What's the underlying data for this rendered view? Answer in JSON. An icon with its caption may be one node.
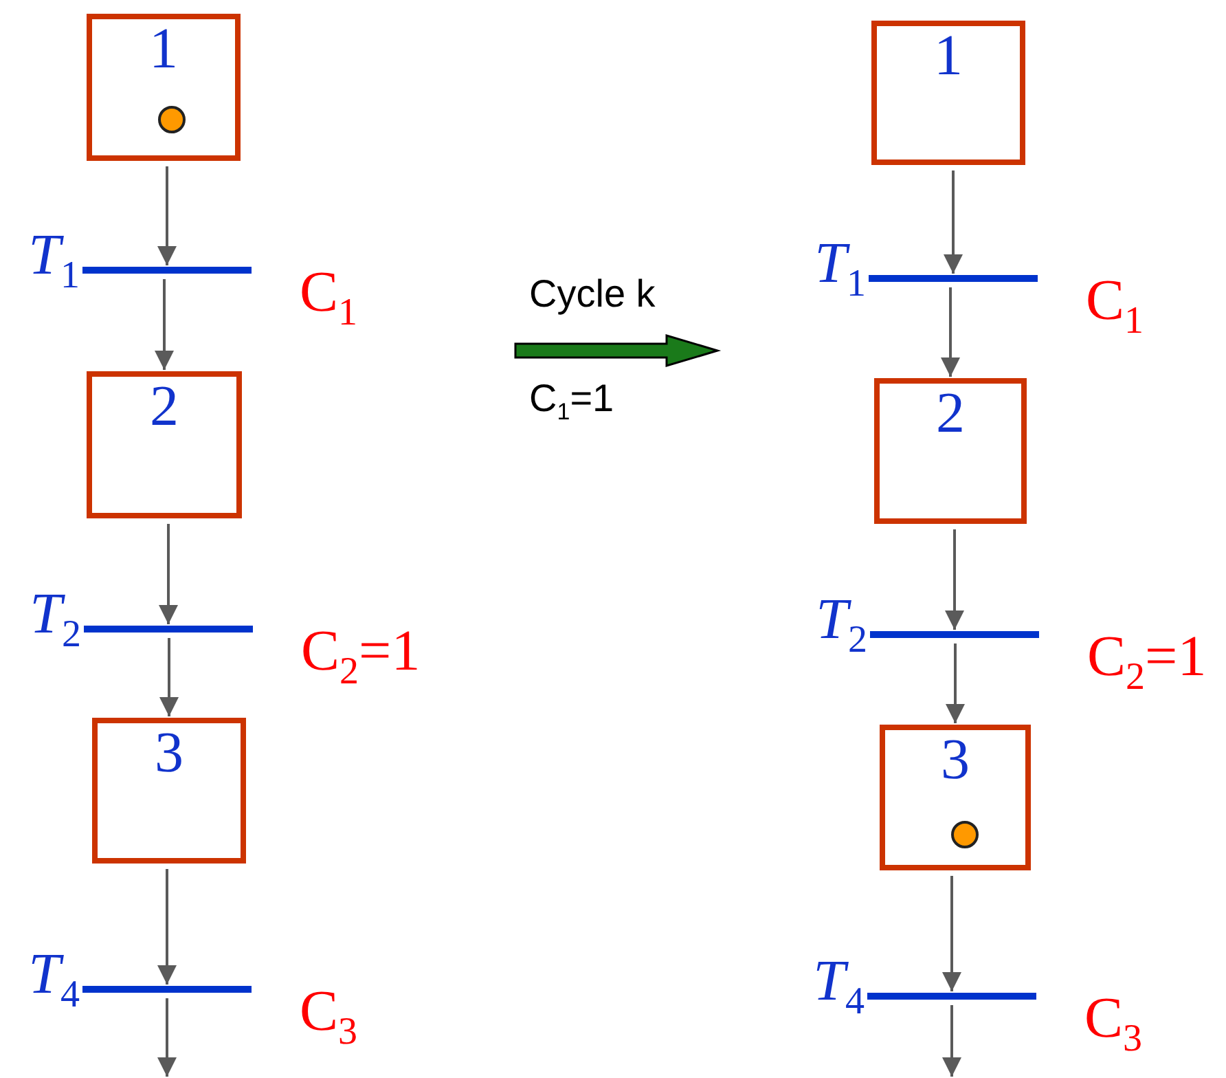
{
  "diagram": {
    "nodes": [
      {
        "text": [
          "1"
        ]
      },
      {
        "text": [],
        "shape": "circle",
        "in": 0
      },
      {
        "text": [],
        "shape": "bar",
        "beside": [
          "*T*$_{1}$",
          "C$_{1}$"
        ]
      },
      {
        "text": [
          "2"
        ]
      },
      {
        "text": [],
        "shape": "bar",
        "beside": [
          "*T*$_{2}$",
          "C$_{2}$=1"
        ]
      },
      {
        "text": [
          "3"
        ]
      },
      {
        "text": [],
        "shape": "bar",
        "beside": [
          "*T*$_{4}$",
          "C$_{3}$"
        ]
      },
      {
        "text": [
          "1"
        ]
      },
      {
        "text": [],
        "shape": "bar",
        "beside": [
          "*T*$_{1}$",
          "C$_{1}$"
        ]
      },
      {
        "text": [
          "2"
        ]
      },
      {
        "text": [],
        "shape": "bar",
        "beside": [
          "*T*$_{2}$",
          "C$_{2}$=1"
        ]
      },
      {
        "text": [
          "3"
        ]
      },
      {
        "text": [],
        "shape": "circle",
        "in": 11
      },
      {
        "text": [],
        "shape": "bar",
        "beside": [
          "*T*$_{4}$",
          "C$_{3}$"
        ]
      }
    ],
    "edges": [
      {
        "from": 0,
        "to": 2,
        "arrow": "to"
      },
      {
        "from": 2,
        "to": 3,
        "arrow": "to"
      },
      {
        "from": 3,
        "to": 4,
        "arrow": "to"
      },
      {
        "from": 4,
        "to": 5,
        "arrow": "to"
      },
      {
        "from": 5,
        "to": 6,
        "arrow": "to"
      },
      {
        "from": 6,
        "to": null,
        "arrow": "to"
      },
      {
        "from": 7,
        "to": 8,
        "arrow": "to"
      },
      {
        "from": 8,
        "to": 9,
        "arrow": "to"
      },
      {
        "from": 9,
        "to": 10,
        "arrow": "to"
      },
      {
        "from": 10,
        "to": 11,
        "arrow": "to"
      },
      {
        "from": 11,
        "to": 13,
        "arrow": "to"
      },
      {
        "from": 13,
        "to": null,
        "arrow": "to"
      }
    ],
    "labels": [
      "Cycle k",
      "C$_{1}$=1"
    ]
  }
}
